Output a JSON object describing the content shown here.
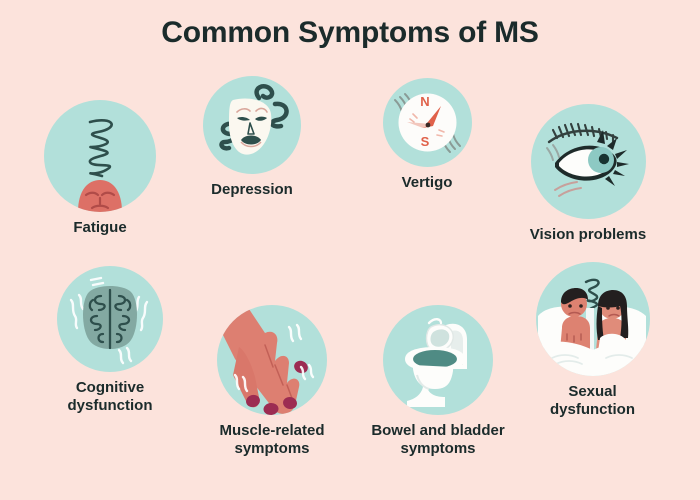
{
  "title": "Common Symptoms of MS",
  "colors": {
    "background": "#fce3dc",
    "badge_circle": "#b2e0da",
    "text": "#1b2b2b",
    "skin_coral": "#e0776d",
    "skin_light": "#e89182",
    "dark_teal": "#2e4f4c",
    "white": "#fdfdfb",
    "nail_maroon": "#9c2c52",
    "brain_gray": "#83a9a2",
    "compass_red": "#e0614a",
    "hair_dark": "#231f1f"
  },
  "symptoms": [
    {
      "id": "fatigue",
      "label": "Fatigue",
      "icon": "tired-face-spiral-icon"
    },
    {
      "id": "depression",
      "label": "Depression",
      "icon": "sad-theater-mask-icon"
    },
    {
      "id": "vertigo",
      "label": "Vertigo",
      "icon": "spinning-compass-icon",
      "compass_letters": {
        "north": "N",
        "south": "S"
      }
    },
    {
      "id": "vision",
      "label": "Vision problems",
      "icon": "eye-icon"
    },
    {
      "id": "cognitive",
      "label": "Cognitive\ndysfunction",
      "icon": "brain-icon"
    },
    {
      "id": "muscle",
      "label": "Muscle-related\nsymptoms",
      "icon": "trembling-hand-icon"
    },
    {
      "id": "bowel",
      "label": "Bowel and bladder\nsymptoms",
      "icon": "toilet-icon"
    },
    {
      "id": "sexual",
      "label": "Sexual\ndysfunction",
      "icon": "couple-in-bed-icon"
    }
  ]
}
